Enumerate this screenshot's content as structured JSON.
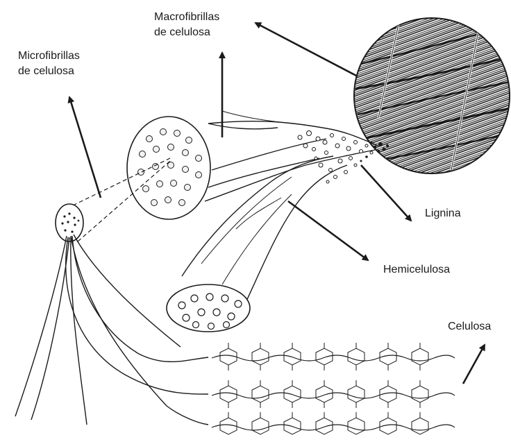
{
  "labels": {
    "macrofibrillas": [
      "Macrofibrillas",
      "de celulosa"
    ],
    "microfibrillas": [
      "Microfibrillas",
      "de celulosa"
    ],
    "lignina": "Lignina",
    "hemicelulosa": "Hemicelulosa",
    "celulosa": "Celulosa"
  },
  "colors": {
    "ink": "#1a1a1a",
    "fill_light": "#f2f2f2",
    "fill_dot": "#e6e6e6"
  }
}
